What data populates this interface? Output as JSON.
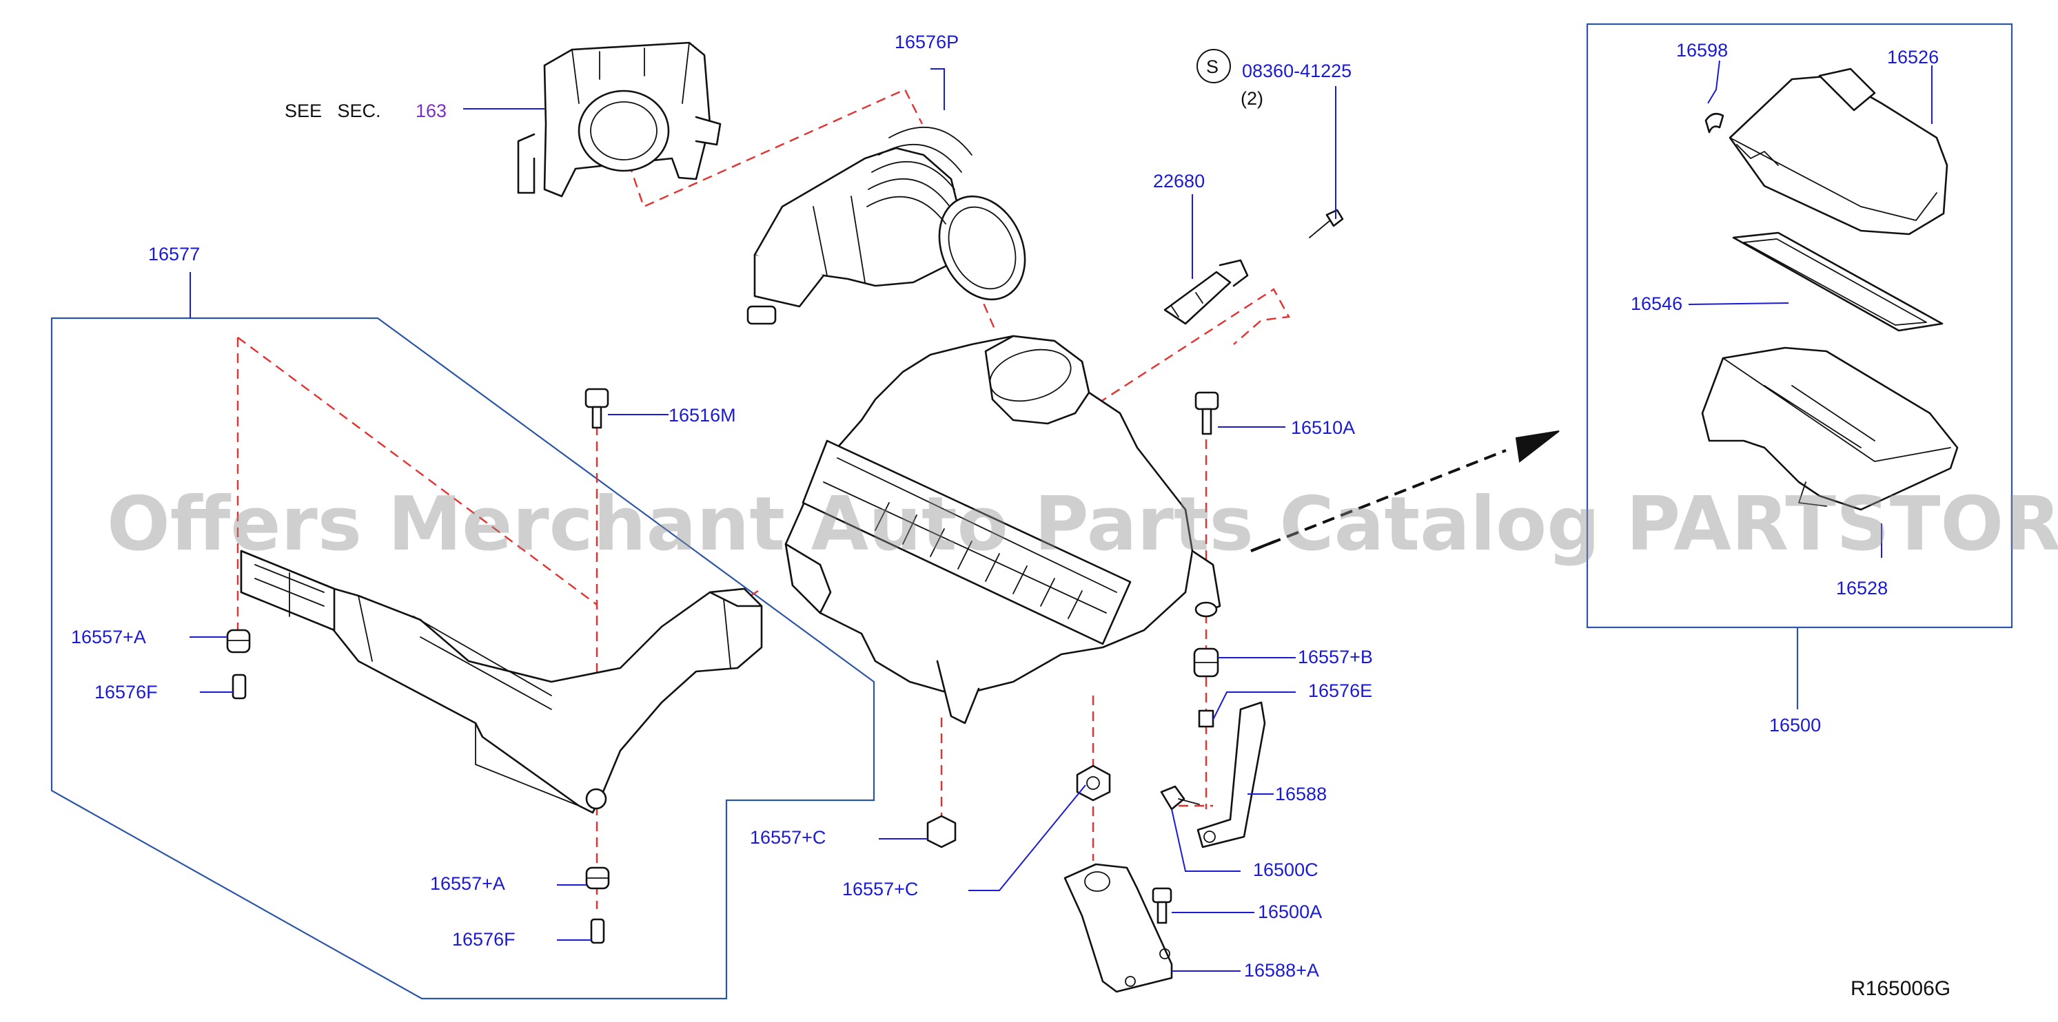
{
  "section": {
    "see_sec_text": "SEE   SEC.",
    "see_sec_number": "163"
  },
  "service_symbol": "S",
  "labels": {
    "p16576P": "16576P",
    "p08360": "08360-41225",
    "p08360_qty": "(2)",
    "p22680": "22680",
    "p16577": "16577",
    "p16516M": "16516M",
    "p16510A": "16510A",
    "p16557A_1": "16557+A",
    "p16576F_1": "16576F",
    "p16557A_2": "16557+A",
    "p16576F_2": "16576F",
    "p16557B": "16557+B",
    "p16576E": "16576E",
    "p16588": "16588",
    "p16500C": "16500C",
    "p16557C_1": "16557+C",
    "p16557C_2": "16557+C",
    "p16500A": "16500A",
    "p16588A": "16588+A",
    "p16598": "16598",
    "p16526": "16526",
    "p16546": "16546",
    "p16528": "16528",
    "p16500": "16500"
  },
  "diagram_ref": "R165006G",
  "watermark": "Offers Merchant Auto Parts Catalog PARTSTORE.SA"
}
